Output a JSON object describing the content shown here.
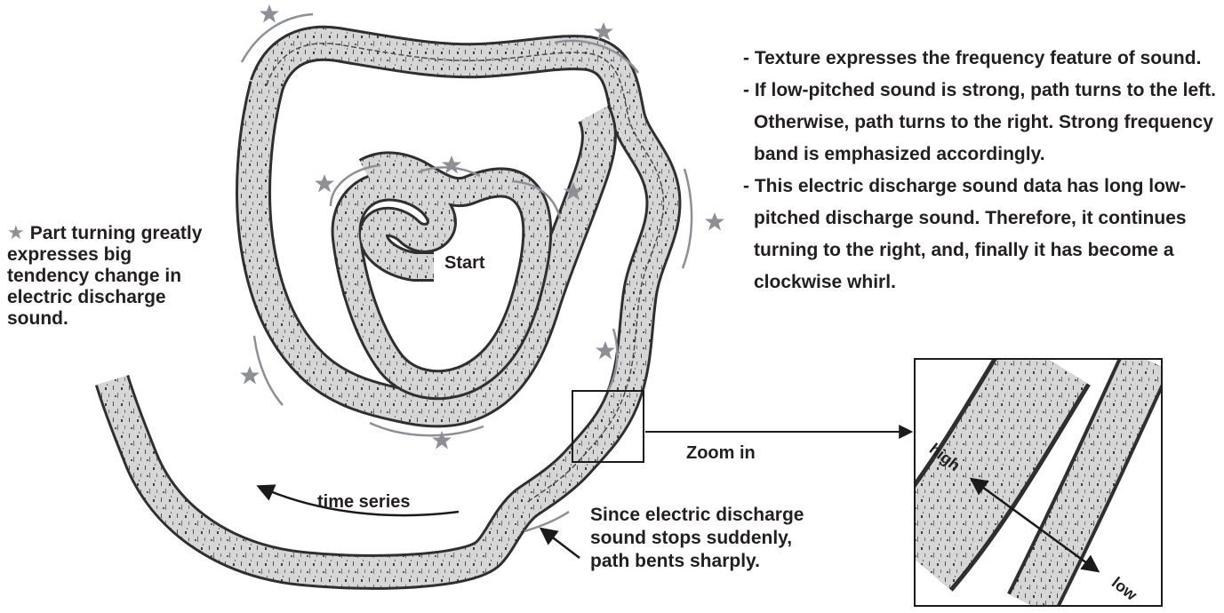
{
  "start_label": "Start",
  "time_series_label": "time series",
  "zoom_label": "Zoom in",
  "high_label": "high",
  "low_label": "low",
  "legend": {
    "star_icon": "star-icon",
    "text": "Part turning greatly expresses big tendency change in electric discharge sound."
  },
  "stop_note": {
    "line1": "Since electric discharge",
    "line2": "sound stops suddenly,",
    "line3": "path bents sharply."
  },
  "bullets": [
    "- Texture expresses the frequency feature of sound.",
    "- If low-pitched sound is strong,  path turns to the left. Otherwise,  path turns to the right. Strong frequency band is emphasized accordingly.",
    "- This electric discharge sound data has long low-pitched discharge sound. Therefore, it continues turning to the right, and, finally it has become a clockwise whirl."
  ],
  "colors": {
    "star": "#8c8f96",
    "band_fill": "#d4d4d4",
    "band_edge": "#3a3a3a",
    "text": "#231f20"
  }
}
